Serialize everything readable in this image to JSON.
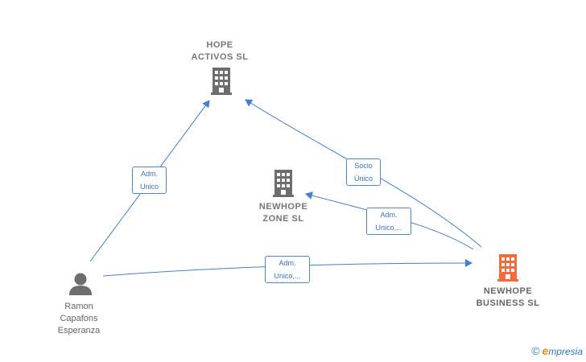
{
  "nodes": {
    "hope_activos": {
      "label": "HOPE\nACTIVOS SL",
      "type": "company",
      "color": "#6d6d6d"
    },
    "newhope_zone": {
      "label": "NEWHOPE\nZONE SL",
      "type": "company",
      "color": "#6d6d6d"
    },
    "newhope_business": {
      "label": "NEWHOPE\nBUSINESS SL",
      "type": "company",
      "color": "#f26b3a"
    },
    "ramon": {
      "label": "Ramon\nCapafons\nEsperanza",
      "type": "person",
      "color": "#6d6d6d"
    }
  },
  "edges": {
    "ramon_to_hope": {
      "label": "Adm.\nUnico"
    },
    "business_to_hope": {
      "label": "Socio\nÚnico"
    },
    "business_to_zone": {
      "label": "Adm.\nUnico,..."
    },
    "ramon_to_business": {
      "label": "Adm.\nUnico,..."
    }
  },
  "colors": {
    "edge": "#3f7fd6",
    "company": "#6d6d6d",
    "highlight": "#f26b3a"
  },
  "watermark": {
    "copyright": "©",
    "brand_initial": "e",
    "brand_rest": "mpresia"
  }
}
